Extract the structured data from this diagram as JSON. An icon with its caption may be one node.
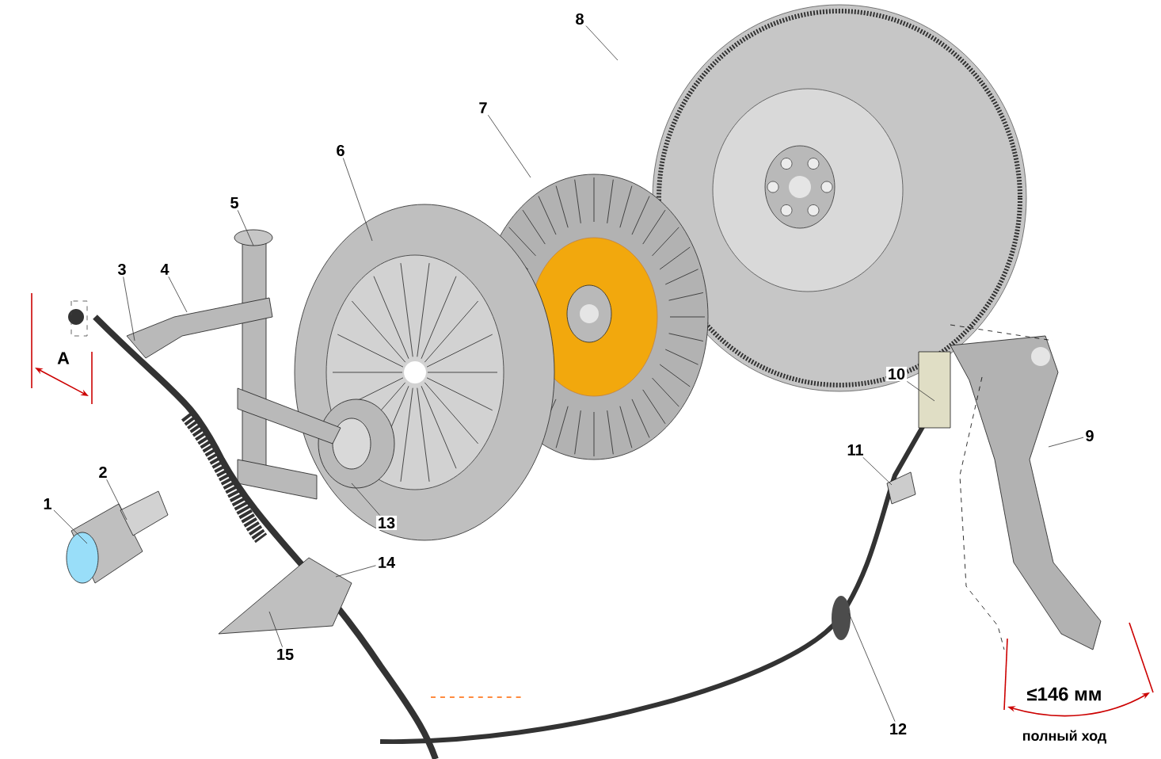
{
  "diagram": {
    "nodes": [
      {
        "text": [
          "1"
        ]
      },
      {
        "text": [
          "2"
        ]
      },
      {
        "text": [
          "3"
        ]
      },
      {
        "text": [
          "4"
        ]
      },
      {
        "text": [
          "5"
        ]
      },
      {
        "text": [
          "6"
        ]
      },
      {
        "text": [
          "7"
        ]
      },
      {
        "text": [
          "8"
        ]
      },
      {
        "text": [
          "9"
        ]
      },
      {
        "text": [
          "10"
        ]
      },
      {
        "text": [
          "11"
        ]
      },
      {
        "text": [
          "12"
        ]
      },
      {
        "text": [
          "13"
        ]
      },
      {
        "text": [
          "14"
        ]
      },
      {
        "text": [
          "15"
        ]
      }
    ],
    "edges": [
      {
        "from": 0,
        "to": null,
        "arrow": "none"
      },
      {
        "from": 1,
        "to": null,
        "arrow": "none"
      },
      {
        "from": 2,
        "to": null,
        "arrow": "none"
      },
      {
        "from": 3,
        "to": null,
        "arrow": "none"
      },
      {
        "from": 4,
        "to": null,
        "arrow": "none"
      },
      {
        "from": 5,
        "to": null,
        "arrow": "none"
      },
      {
        "from": 6,
        "to": null,
        "arrow": "none"
      },
      {
        "from": 7,
        "to": null,
        "arrow": "none"
      },
      {
        "from": 8,
        "to": null,
        "arrow": "none"
      },
      {
        "from": 9,
        "to": null,
        "arrow": "none"
      },
      {
        "from": 10,
        "to": null,
        "arrow": "none"
      },
      {
        "from": 11,
        "to": null,
        "arrow": "none"
      },
      {
        "from": 12,
        "to": null,
        "arrow": "none"
      },
      {
        "from": 13,
        "to": null,
        "arrow": "none"
      },
      {
        "from": 14,
        "to": null,
        "arrow": "none"
      }
    ],
    "labels": [
      "A",
      "≤146 мм",
      "полный ход"
    ]
  }
}
